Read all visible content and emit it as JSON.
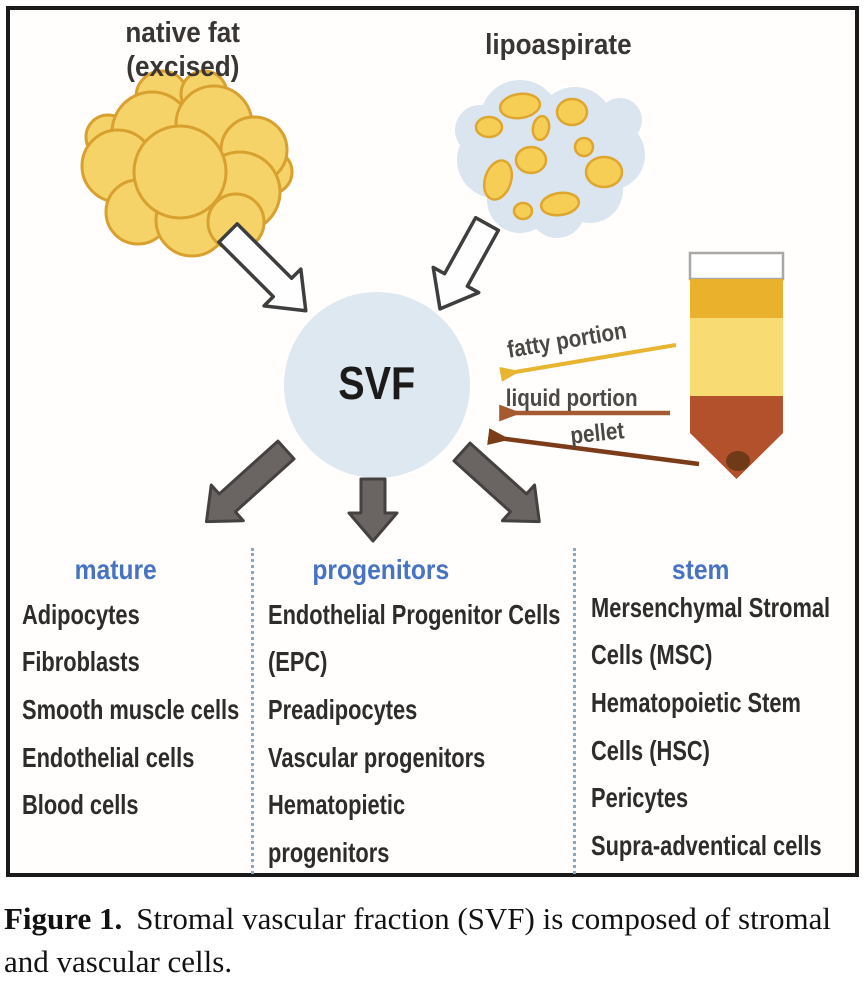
{
  "figure": {
    "native_fat": {
      "line1": "native fat",
      "line2": "(excised)"
    },
    "lipoaspirate_label": "lipoaspirate",
    "svf_label": "SVF",
    "tube_labels": {
      "fatty": "fatty portion",
      "liquid": "liquid portion",
      "pellet": "pellet"
    },
    "columns": [
      {
        "header": "mature",
        "items": [
          "Adipocytes",
          "Fibroblasts",
          "Smooth muscle cells",
          "Endothelial cells",
          "Blood cells"
        ]
      },
      {
        "header": "progenitors",
        "items": [
          "Endothelial Progenitor Cells",
          "(EPC)",
          "Preadipocytes",
          "Vascular progenitors",
          "Hematopietic",
          "progenitors"
        ]
      },
      {
        "header": "stem",
        "items": [
          "Mersenchymal Stromal",
          "Cells (MSC)",
          "Hematopoietic Stem",
          "Cells (HSC)",
          "Pericytes",
          "Supra-adventical cells"
        ]
      }
    ],
    "caption": {
      "label": "Figure 1.",
      "text": "Stromal vascular fraction (SVF) is composed of stromal and vascular cells."
    },
    "icons": {
      "native_fat": "fat-tissue-blob-icon",
      "lipoaspirate": "lipoaspirate-droplets-cloud-icon",
      "svf": "svf-circle",
      "tube": "centrifuge-tube-icon",
      "input_arrows": "outline-block-arrow-icon",
      "output_arrows": "gray-block-arrow-icon"
    },
    "colors": {
      "header_blue": "#4673c2",
      "fat_yellow_fill": "#f5d368",
      "fat_yellow_outline": "#d8a02f",
      "cloud_blue": "#dae5ef",
      "svf_circle_blue": "#dee8f0",
      "gray_arrow": "#6a6462",
      "tube_fat_layer": "#eab22c",
      "tube_liquid_layer": "#f8dc73",
      "tube_pellet_layer": "#b2512b",
      "tube_pellet_dot": "#6f3a17",
      "fatty_arrow": "#e9b42f",
      "liquid_arrow": "#a65a32",
      "pellet_arrow": "#7c3c1a",
      "text_dark": "#2e2c2b"
    }
  }
}
